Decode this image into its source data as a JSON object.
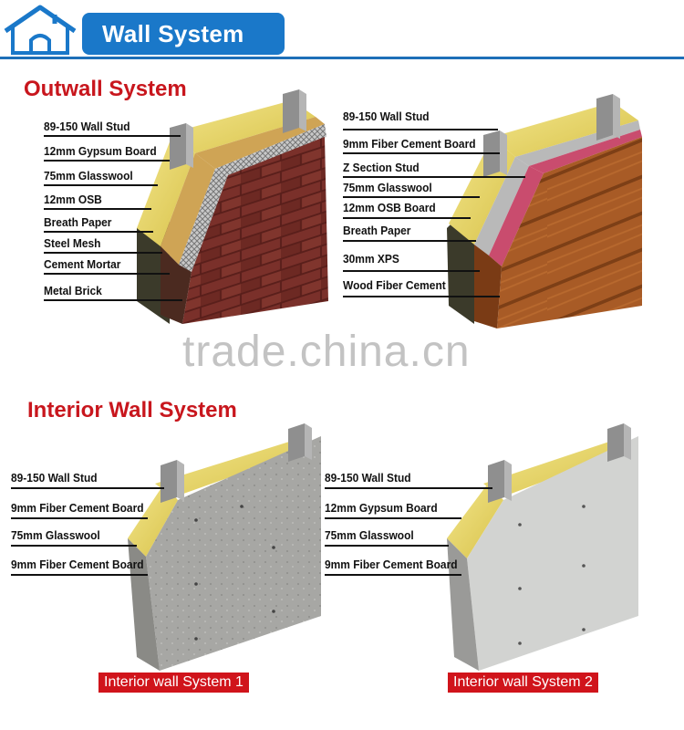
{
  "header": {
    "title": "Wall System",
    "logo_icon": "house-icon"
  },
  "outwall": {
    "title": "Outwall System"
  },
  "system_a": {
    "labels": [
      "89-150 Wall Stud",
      "12mm Gypsum Board",
      "75mm Glasswool",
      "12mm OSB",
      "Breath Paper",
      "Steel Mesh",
      "Cement Mortar",
      "Metal Brick"
    ]
  },
  "system_b": {
    "labels": [
      "89-150 Wall Stud",
      "9mm Fiber Cement Board",
      "Z Section Stud",
      "75mm Glasswool",
      "12mm OSB Board",
      "Breath Paper",
      "30mm XPS",
      "Wood Fiber Cement"
    ]
  },
  "interior": {
    "title": "Interior Wall System"
  },
  "interior_1": {
    "labels": [
      "89-150 Wall Stud",
      "9mm Fiber Cement Board",
      "75mm Glasswool",
      "9mm Fiber Cement Board"
    ],
    "caption": "Interior wall System 1"
  },
  "interior_2": {
    "labels": [
      "89-150 Wall Stud",
      "12mm Gypsum  Board",
      "75mm Glasswool",
      "9mm Fiber Cement Board"
    ],
    "caption": "Interior wall System 2"
  },
  "watermark": "trade.china.cn",
  "colors": {
    "accent": "#1a78c9",
    "title_red": "#c8161d",
    "caption_red": "#d0141b",
    "glasswool": "#e9d86a",
    "brick": "#6e2a24",
    "wood": "#a65a26",
    "cement": "#a9a9a6"
  }
}
